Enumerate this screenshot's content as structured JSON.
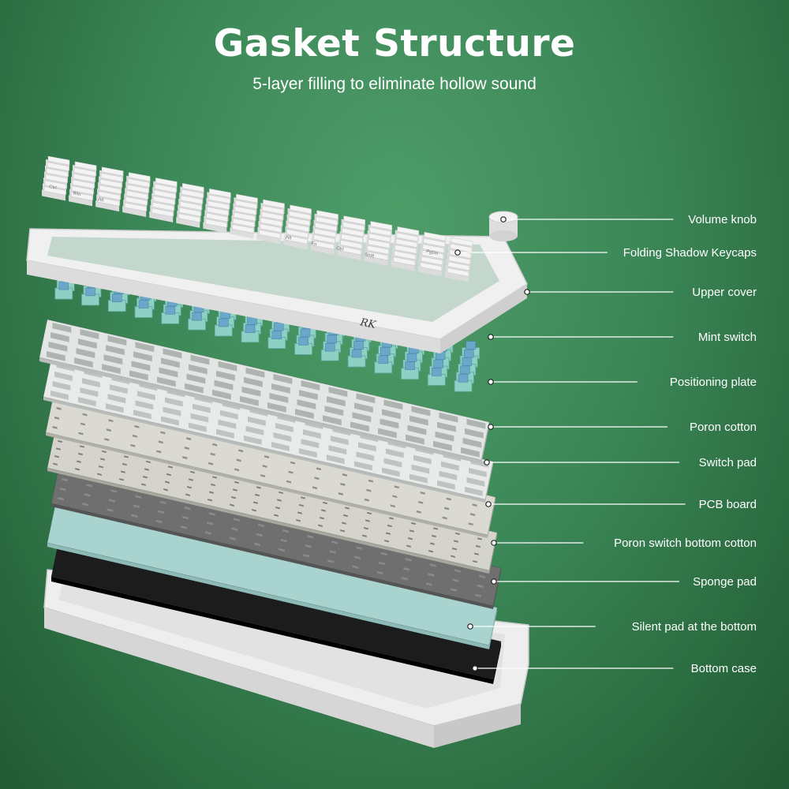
{
  "header": {
    "title": "Gasket Structure",
    "subtitle": "5-layer filling to eliminate hollow sound"
  },
  "keyboard": {
    "key_labels": [
      "Ctrl",
      "Win",
      "Alt",
      "Alt",
      "Fn",
      "Ctrl",
      "Shift",
      "PgDn"
    ],
    "brand": "RK"
  },
  "layers": [
    {
      "id": "volume-knob",
      "label": "Volume knob",
      "color": "#f2f2f2"
    },
    {
      "id": "folding-shadow-keycaps",
      "label": "Folding Shadow Keycaps",
      "color": "#f4f4f4"
    },
    {
      "id": "upper-cover",
      "label": "Upper cover",
      "color": "#f0f0f0"
    },
    {
      "id": "mint-switch",
      "label": "Mint switch",
      "color": "#7fc4bb"
    },
    {
      "id": "positioning-plate",
      "label": "Positioning plate",
      "color": "#e3e6e4"
    },
    {
      "id": "poron-cotton",
      "label": "Poron cotton",
      "color": "#e8ebe9"
    },
    {
      "id": "switch-pad",
      "label": "Switch pad",
      "color": "#d9d9cf"
    },
    {
      "id": "pcb-board",
      "label": "PCB board",
      "color": "#c8c9bd"
    },
    {
      "id": "poron-switch-bottom-cotton",
      "label": "Poron switch bottom cotton",
      "color": "#6f6f6f"
    },
    {
      "id": "sponge-pad",
      "label": "Sponge pad",
      "color": "#a9d3cf"
    },
    {
      "id": "silent-pad",
      "label": "Silent pad at the bottom",
      "color": "#1c1c1c"
    },
    {
      "id": "bottom-case",
      "label": "Bottom case",
      "color": "#eeeeee"
    }
  ]
}
